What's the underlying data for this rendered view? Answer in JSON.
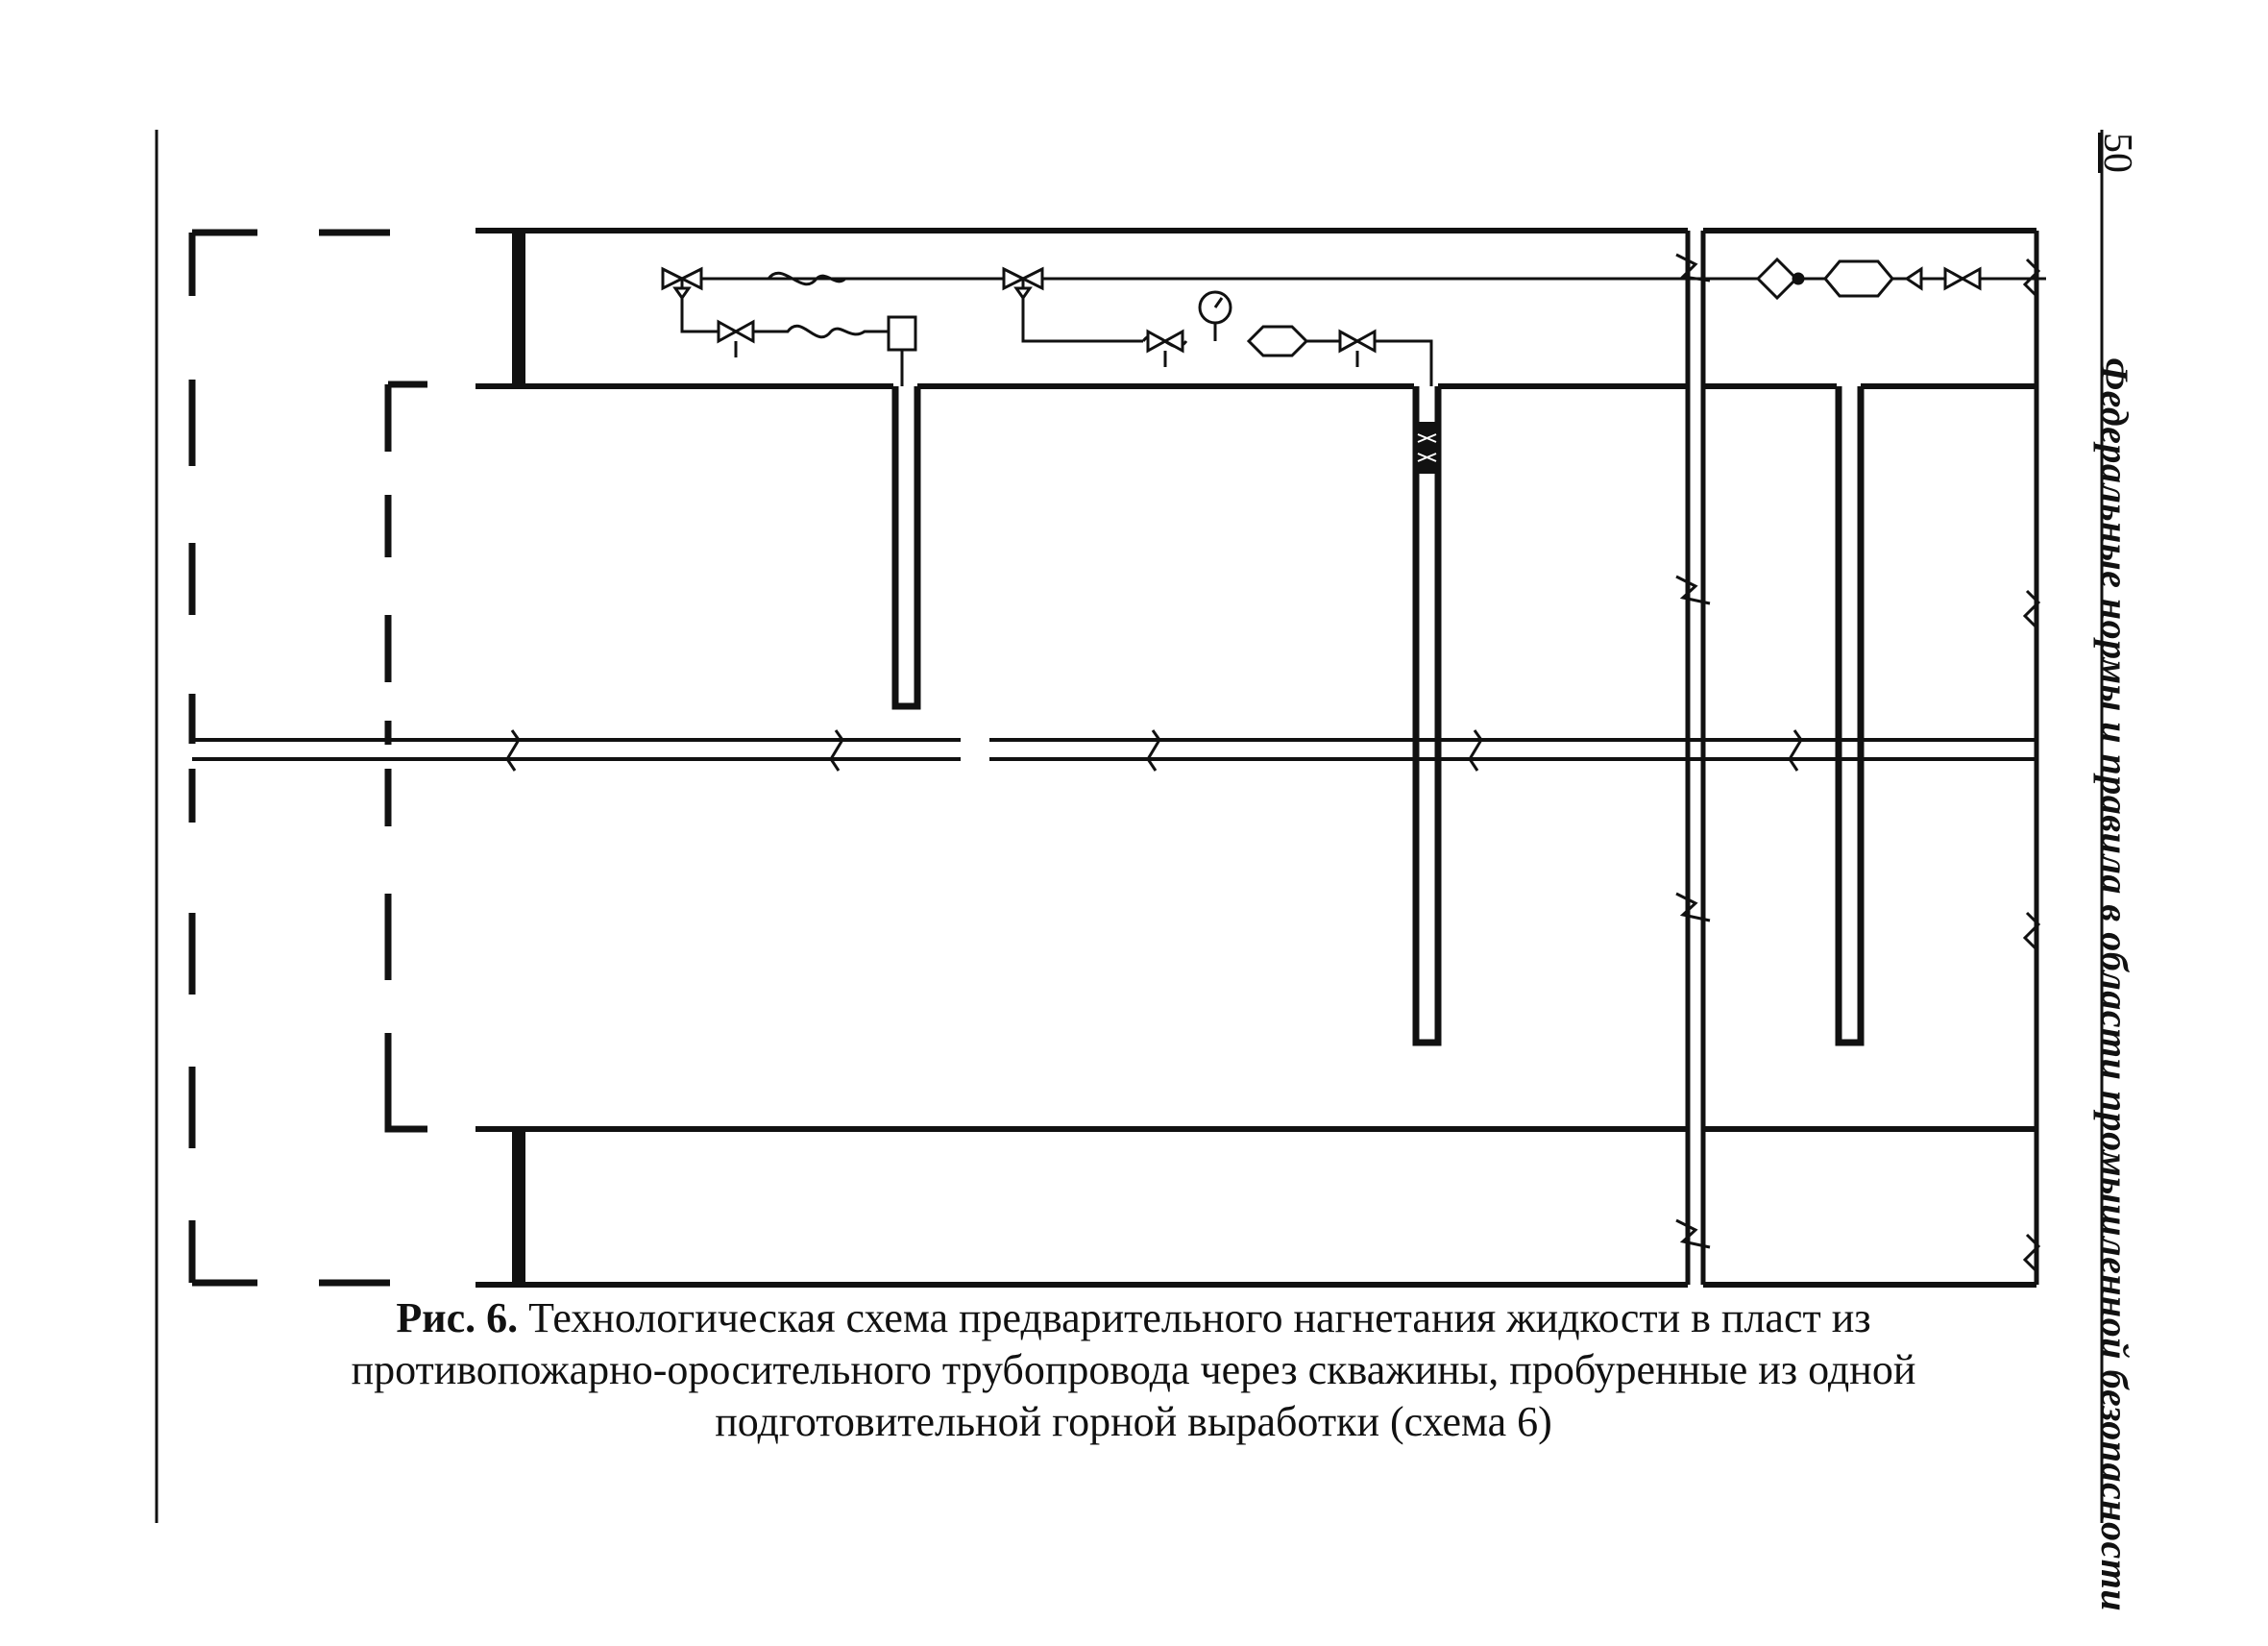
{
  "page": {
    "number": "50"
  },
  "header": {
    "side_title": "Федеральные нормы и правила в области промышленной безопасности"
  },
  "figure": {
    "label": "Рис. 6.",
    "caption_line1": " Технологическая схема предварительного нагнетания жидкости в пласт из",
    "caption_line2": "противопожарно-оросительного трубопровода через скважины, пробуренные из одной",
    "caption_line3": "подготовительной горной выработки (схема 6)"
  },
  "colors": {
    "ink": "#111111",
    "paper": "#ffffff"
  }
}
